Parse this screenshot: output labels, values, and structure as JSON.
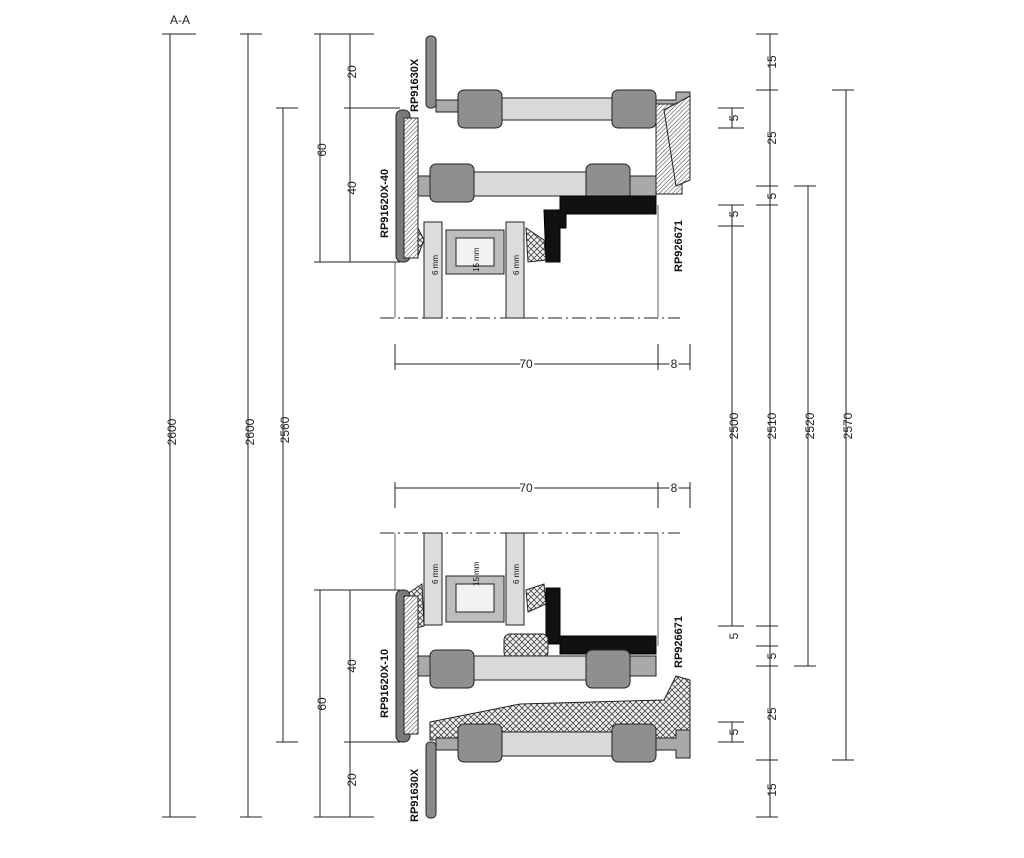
{
  "section_label": "A-A",
  "parts": {
    "top_outer": "RP91630X",
    "top_sash": "RP91620X-40",
    "top_bead": "RP926671",
    "bottom_outer": "RP91630X",
    "bottom_sash": "RP91620X-10",
    "bottom_bead": "RP926671"
  },
  "glass": {
    "pane_left": "6 mm",
    "cavity": "15 mm",
    "pane_right": "6 mm"
  },
  "dims": {
    "h2600a": "2600",
    "h2600b": "2600",
    "h2560": "2560",
    "h2500": "2500",
    "h2510": "2510",
    "h2520": "2520",
    "h2570": "2570",
    "top_60": "60",
    "top_20": "20",
    "top_40": "40",
    "bot_60": "60",
    "bot_40": "40",
    "bot_20": "20",
    "top_15": "15",
    "top_5a": "5",
    "top_25": "25",
    "top_5b": "5",
    "top_5c": "5",
    "bot_5a": "5",
    "bot_5b": "5",
    "bot_25": "25",
    "bot_5c": "5",
    "bot_15": "15",
    "top_70": "70",
    "top_8": "8",
    "bot_70": "70",
    "bot_8": "8"
  },
  "colors": {
    "profile_light": "#d9d9d9",
    "profile_mid": "#a9a9a9",
    "profile_dark": "#6e6e6e",
    "bead": "#111111",
    "line": "#222222"
  }
}
